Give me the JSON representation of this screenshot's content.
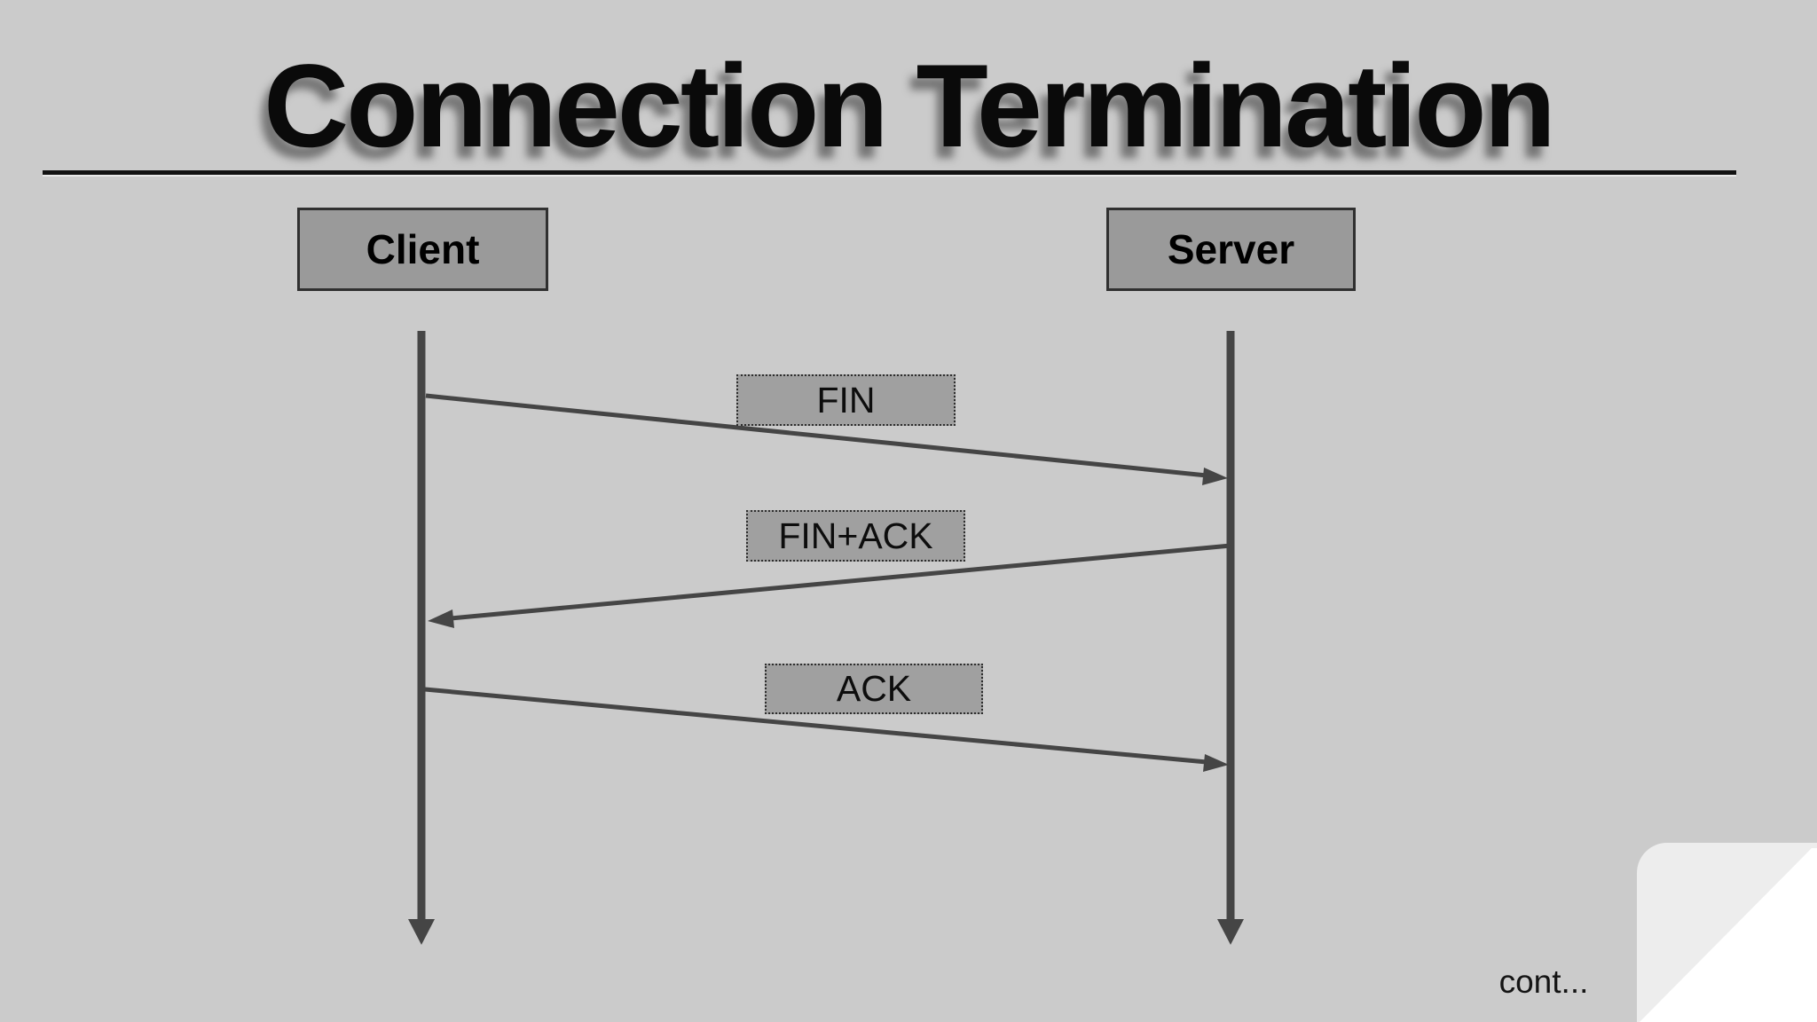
{
  "slide": {
    "title": "Connection Termination",
    "actors": [
      {
        "label": "Client"
      },
      {
        "label": "Server"
      }
    ],
    "messages": [
      {
        "label": "FIN",
        "from": "Client",
        "to": "Server",
        "direction": "right"
      },
      {
        "label": "FIN+ACK",
        "from": "Server",
        "to": "Client",
        "direction": "left"
      },
      {
        "label": "ACK",
        "from": "Client",
        "to": "Server",
        "direction": "right"
      }
    ],
    "continuation_note": "cont...",
    "colors": {
      "background": "#cbcbcb",
      "actor-box-fill": "#9a9a9a",
      "actor-box-border": "#303030",
      "label-box-fill": "#a0a0a0",
      "label-box-border": "#2e2e2e",
      "line-color": "#454545",
      "title-color": "#0a0a0a",
      "curl-back": "#ededed",
      "curl-front": "#ffffff"
    }
  }
}
